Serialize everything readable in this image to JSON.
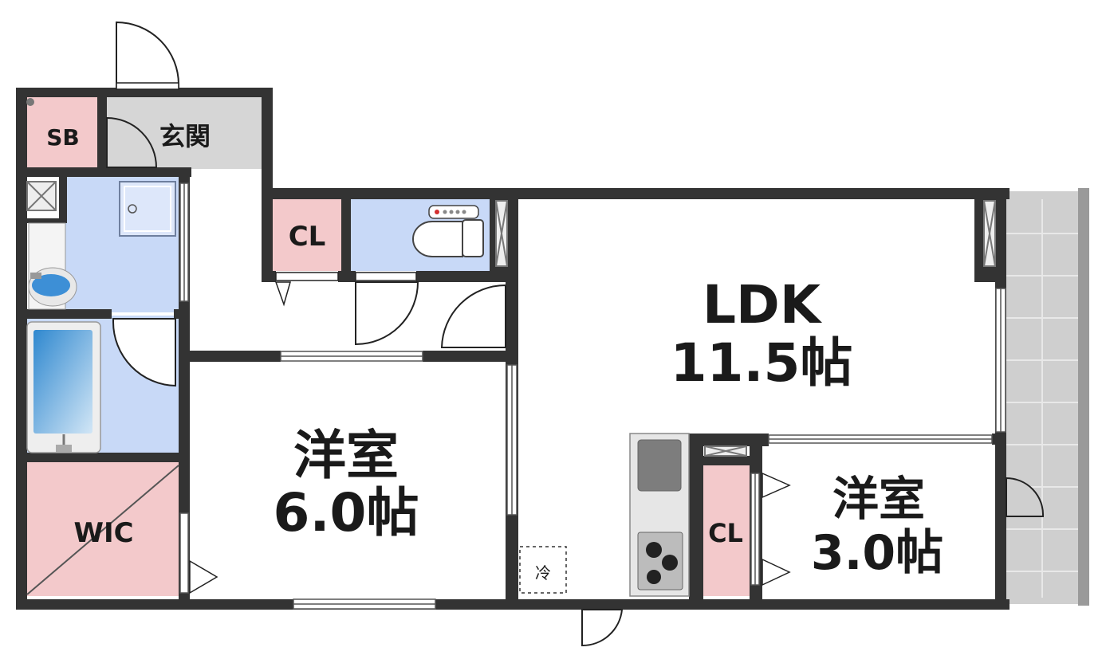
{
  "rooms": {
    "sb": "SB",
    "genkan": "玄関",
    "cl1": "CL",
    "ldk_name": "LDK",
    "ldk_size": "11.5帖",
    "western1_name": "洋室",
    "western1_size": "6.0帖",
    "western2_name": "洋室",
    "western2_size": "3.0帖",
    "cl2": "CL",
    "wic": "WIC",
    "fridge": "冷"
  },
  "colors": {
    "wall": "#333333",
    "storage": "#f3c9cb",
    "wet": "#c8d9f7",
    "entrance": "#d6d6d6",
    "balcony": "#cfcfcf"
  }
}
